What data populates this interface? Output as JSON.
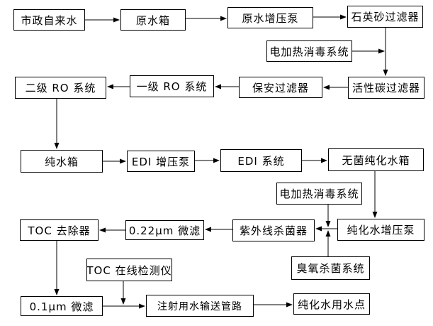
{
  "diagram": {
    "background_color": "#ffffff",
    "line_color": "#000000",
    "box_fill_color": "#ffffff",
    "box_border_color": "#000000",
    "nodes": {
      "tap_water": {
        "label": "市政自来水"
      },
      "raw_water_tank": {
        "label": "原水箱"
      },
      "raw_water_pump": {
        "label": "原水增压泵"
      },
      "quartz_sand_filter": {
        "label": "石英砂过滤器"
      },
      "electric_heating_1": {
        "label": "电加热消毒系统"
      },
      "ro_stage2": {
        "label": "二级 RO 系统"
      },
      "ro_stage1": {
        "label": "一级 RO 系统"
      },
      "security_filter": {
        "label": "保安过滤器"
      },
      "activated_carbon_filter": {
        "label": "活性碳过滤器"
      },
      "pure_water_tank": {
        "label": "纯水箱"
      },
      "edi_pump": {
        "label": "EDI 增压泵"
      },
      "edi_system": {
        "label": "EDI 系统"
      },
      "sterile_purified_tank": {
        "label": "无菌纯化水箱"
      },
      "electric_heating_2": {
        "label": "电加热消毒系统"
      },
      "toc_remover": {
        "label": "TOC 去除器"
      },
      "micro_filter_022": {
        "label": "0.22μm 微滤"
      },
      "uv_sterilizer": {
        "label": "紫外线杀菌器"
      },
      "purified_water_pump": {
        "label": "纯化水增压泵"
      },
      "toc_online_monitor": {
        "label": "TOC 在线检测仪"
      },
      "ozone_sterilize_system": {
        "label": "臭氧杀菌系统"
      },
      "micro_filter_01": {
        "label": "0.1μm 微滤"
      },
      "injection_water_pipeline": {
        "label": "注射用水输送管路"
      },
      "purified_water_use_point": {
        "label": "纯化水用水点"
      }
    },
    "edges": [
      {
        "from": "tap_water",
        "to": "raw_water_tank"
      },
      {
        "from": "raw_water_tank",
        "to": "raw_water_pump"
      },
      {
        "from": "raw_water_pump",
        "to": "quartz_sand_filter"
      },
      {
        "from": "quartz_sand_filter",
        "to": "activated_carbon_filter"
      },
      {
        "from": "electric_heating_1",
        "to": "activated_carbon_filter"
      },
      {
        "from": "activated_carbon_filter",
        "to": "security_filter"
      },
      {
        "from": "security_filter",
        "to": "ro_stage1"
      },
      {
        "from": "ro_stage1",
        "to": "ro_stage2"
      },
      {
        "from": "ro_stage2",
        "to": "pure_water_tank"
      },
      {
        "from": "pure_water_tank",
        "to": "edi_pump"
      },
      {
        "from": "edi_pump",
        "to": "edi_system"
      },
      {
        "from": "edi_system",
        "to": "sterile_purified_tank"
      },
      {
        "from": "sterile_purified_tank",
        "to": "purified_water_pump"
      },
      {
        "from": "purified_water_pump",
        "to": "uv_sterilizer"
      },
      {
        "from": "electric_heating_2",
        "to": "uv_sterilizer"
      },
      {
        "from": "ozone_sterilize_system",
        "to": "uv_sterilizer"
      },
      {
        "from": "uv_sterilizer",
        "to": "micro_filter_022"
      },
      {
        "from": "micro_filter_022",
        "to": "toc_remover"
      },
      {
        "from": "toc_remover",
        "to": "micro_filter_01"
      },
      {
        "from": "micro_filter_01",
        "to": "injection_water_pipeline"
      },
      {
        "from": "toc_online_monitor",
        "to": "injection_water_pipeline"
      },
      {
        "from": "injection_water_pipeline",
        "to": "purified_water_use_point"
      }
    ]
  }
}
